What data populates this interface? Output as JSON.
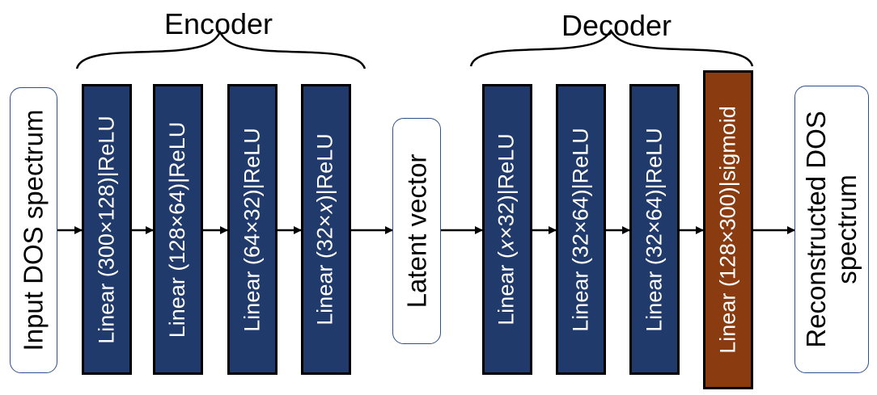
{
  "encoder_title": "Encoder",
  "decoder_title": "Decoder",
  "input": {
    "label": "Input DOS spectrum"
  },
  "latent": {
    "label": "Latent vector"
  },
  "output": {
    "line1": "Reconstructed DOS",
    "line2": "spectrum"
  },
  "encoder_layers": [
    "Linear (300×128)|ReLU",
    "Linear (128×64)|ReLU",
    "Linear (64×32)|ReLU",
    "Linear (32×𝑥)|ReLU"
  ],
  "decoder_layers": [
    "Linear (𝑥×32)|ReLU",
    "Linear (32×64)|ReLU",
    "Linear (32×64)|ReLU",
    "Linear (128×300)|sigmoid"
  ],
  "colors": {
    "layer_fill": "#1f3a6b",
    "output_layer_fill": "#8a3c10",
    "io_border": "#2f4f8f"
  }
}
